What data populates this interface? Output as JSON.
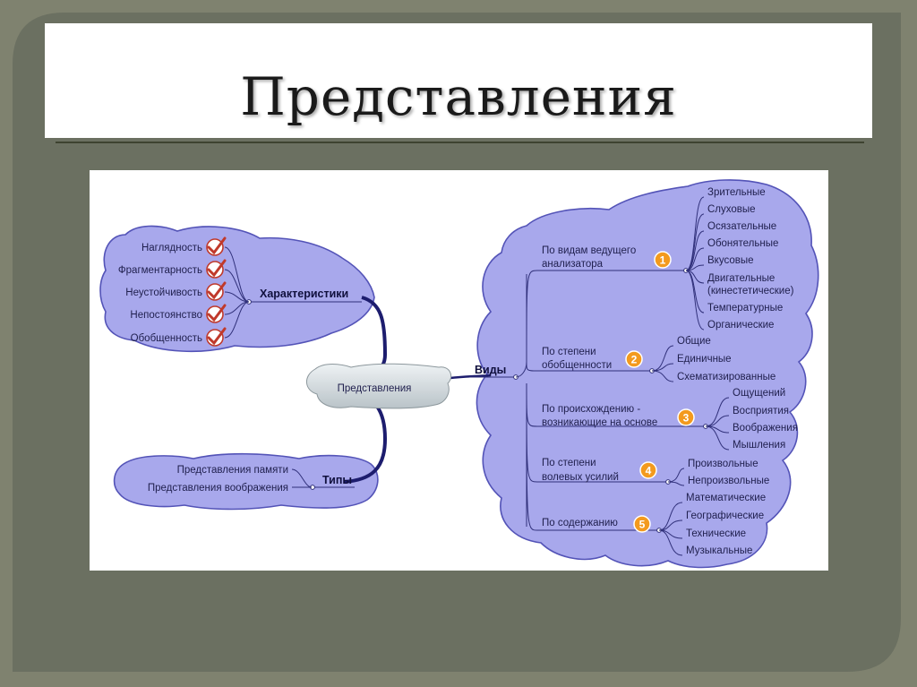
{
  "slide": {
    "title": "Представления"
  },
  "diagram": {
    "center": "Представления",
    "characteristics": {
      "heading": "Характеристики",
      "items": [
        "Наглядность",
        "Фрагментарность",
        "Неустойчивость",
        "Непостоянство",
        "Обобщенность"
      ]
    },
    "types": {
      "heading": "Типы",
      "items": [
        "Представления памяти",
        "Представления воображения"
      ]
    },
    "kinds": {
      "heading": "Виды",
      "groups": [
        {
          "number": "1",
          "label_lines": [
            "По видам ведущего",
            "анализатора"
          ],
          "items": [
            "Зрительные",
            "Слуховые",
            "Осязательные",
            "Обонятельные",
            "Вкусовые",
            "Двигательные",
            "(кинестетические)",
            "Температурные",
            "Органические"
          ]
        },
        {
          "number": "2",
          "label_lines": [
            "По степени",
            "обобщенности"
          ],
          "items": [
            "Общие",
            "Единичные",
            "Схематизированные"
          ]
        },
        {
          "number": "3",
          "label_lines": [
            "По происхождению -",
            "возникающие на основе"
          ],
          "items": [
            "Ощущений",
            "Восприятия",
            "Воображения",
            "Мышления"
          ]
        },
        {
          "number": "4",
          "label_lines": [
            "По степени",
            "волевых усилий"
          ],
          "items": [
            "Произвольные",
            "Непроизвольные"
          ]
        },
        {
          "number": "5",
          "label_lines": [
            "По содержанию"
          ],
          "items": [
            "Математические",
            "Географические",
            "Технические",
            "Музыкальные"
          ]
        }
      ]
    }
  }
}
